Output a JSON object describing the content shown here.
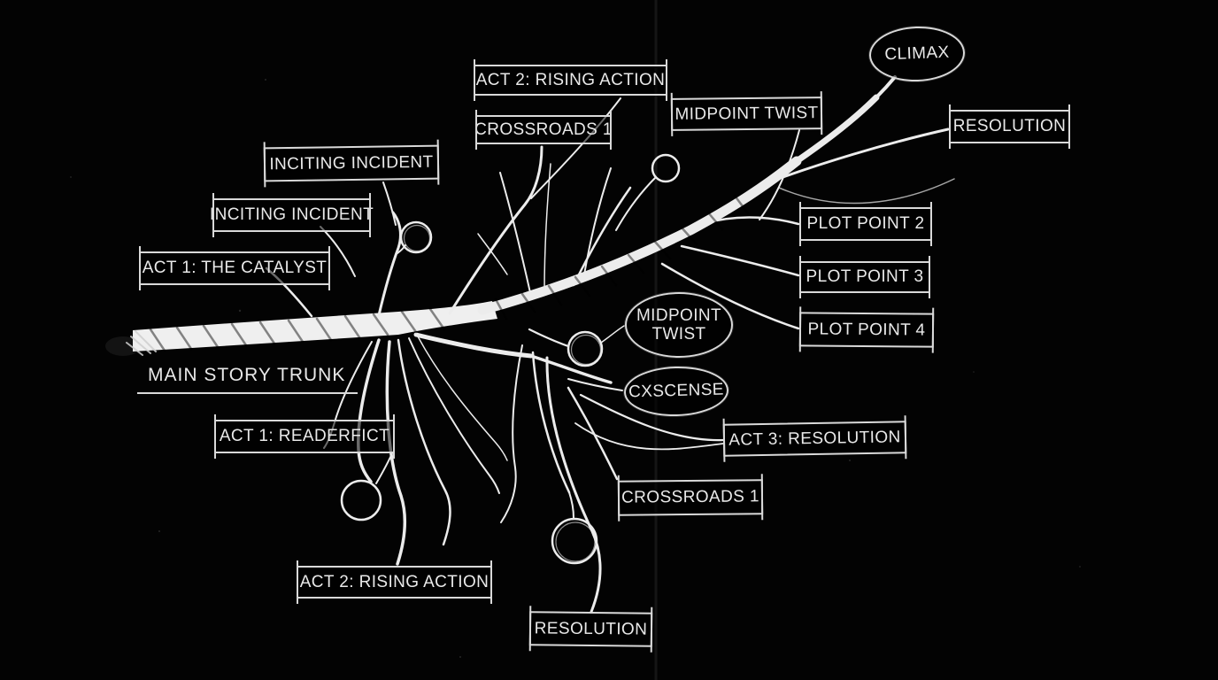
{
  "canvas": {
    "background_color": "#030303",
    "ink_color": "#e9e9e9"
  },
  "diagram": {
    "type": "hand-drawn story structure tree",
    "nodes": {
      "act2_top": "ACT 2: RISING ACTION",
      "crossroads_top": "CROSSROADS 1",
      "midpoint_box": "MIDPOINT TWIST",
      "climax": "CLIMAX",
      "resolution_right": "RESOLUTION",
      "inciting_upper": "INCITING INCIDENT",
      "inciting_lower": "INCITING INCIDENT",
      "act1_catalyst": "ACT 1: THE CATALYST",
      "plot_point_2": "PLOT POINT 2",
      "plot_point_3": "PLOT POINT 3",
      "plot_point_4": "PLOT POINT 4",
      "midpoint_oval": "MIDPOINT TWIST",
      "cxscense_oval": "CXSCENSE",
      "main_story_trunk": "MAIN STORY TRUNK",
      "act1_readerfict": "ACT 1: READERFICT",
      "act3_resolution": "ACT 3: RESOLUTION",
      "crossroads_bottom": "CROSSROADS 1",
      "act2_bottom": "ACT 2: RISING ACTION",
      "resolution_bottom": "RESOLUTION"
    }
  }
}
